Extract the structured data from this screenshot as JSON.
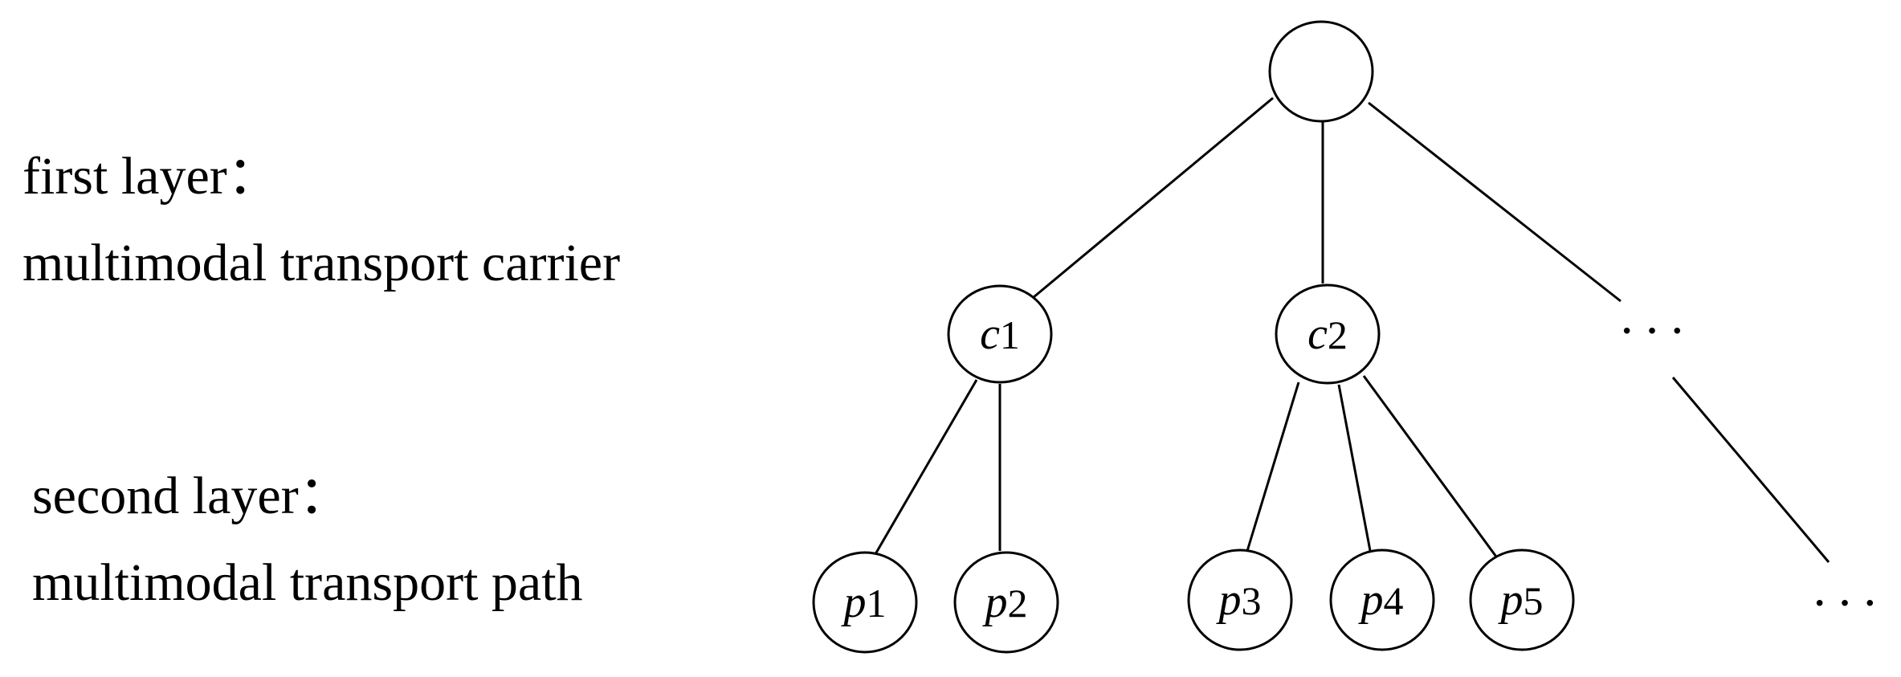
{
  "layers": [
    {
      "heading": "first layer：",
      "description": "multimodal transport carrier"
    },
    {
      "heading": "second layer：",
      "description": "multimodal transport path"
    }
  ],
  "tree": {
    "root": {
      "label": ""
    },
    "carriers": [
      {
        "prefix": "c",
        "index": "1"
      },
      {
        "prefix": "c",
        "index": "2"
      }
    ],
    "paths": [
      {
        "prefix": "p",
        "index": "1"
      },
      {
        "prefix": "p",
        "index": "2"
      },
      {
        "prefix": "p",
        "index": "3"
      },
      {
        "prefix": "p",
        "index": "4"
      },
      {
        "prefix": "p",
        "index": "5"
      }
    ],
    "ellipsis": "···"
  },
  "colors": {
    "stroke": "#000000",
    "background": "#ffffff"
  }
}
